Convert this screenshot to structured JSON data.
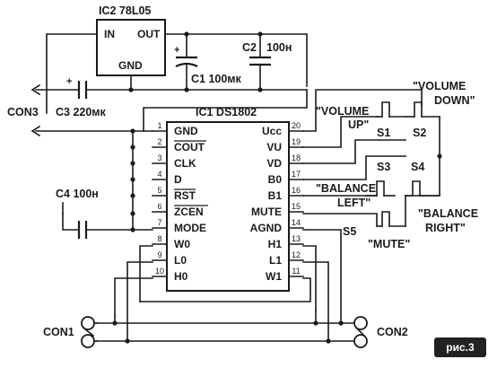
{
  "regulator": {
    "title": "IC2 78L05",
    "in_label": "IN",
    "out_label": "OUT",
    "gnd_label": "GND"
  },
  "main_ic": {
    "title": "IC1 DS1802",
    "left_pins": [
      {
        "num": "1",
        "name": "GND"
      },
      {
        "num": "2",
        "name": "COUT"
      },
      {
        "num": "3",
        "name": "CLK"
      },
      {
        "num": "4",
        "name": "D"
      },
      {
        "num": "5",
        "name": "RST"
      },
      {
        "num": "6",
        "name": "ZCEN"
      },
      {
        "num": "7",
        "name": "MODE"
      },
      {
        "num": "8",
        "name": "W0"
      },
      {
        "num": "9",
        "name": "L0"
      },
      {
        "num": "10",
        "name": "H0"
      }
    ],
    "right_pins": [
      {
        "num": "20",
        "name": "Ucc"
      },
      {
        "num": "19",
        "name": "VU"
      },
      {
        "num": "18",
        "name": "VD"
      },
      {
        "num": "17",
        "name": "B0"
      },
      {
        "num": "16",
        "name": "B1"
      },
      {
        "num": "15",
        "name": "MUTE"
      },
      {
        "num": "14",
        "name": "AGND"
      },
      {
        "num": "13",
        "name": "H1"
      },
      {
        "num": "12",
        "name": "L1"
      },
      {
        "num": "11",
        "name": "W1"
      }
    ]
  },
  "capacitors": {
    "c1": "C1 100мк",
    "c1_plus": "+",
    "c2": "C2",
    "c2_value": "100н",
    "c3": "C3 220мк",
    "c3_plus": "+",
    "c4": "C4 100н"
  },
  "connectors": {
    "con1": "CON1",
    "con2": "CON2",
    "con3": "CON3"
  },
  "switches": {
    "s1": "S1",
    "s2": "S2",
    "s3": "S3",
    "s4": "S4",
    "s5": "S5"
  },
  "labels": {
    "volume_up_1": "\"VOLUME",
    "volume_up_2": "UP\"",
    "volume_down_1": "\"VOLUME",
    "volume_down_2": "DOWN\"",
    "balance_left_1": "\"BALANCE",
    "balance_left_2": "LEFT\"",
    "balance_right_1": "\"BALANCE",
    "balance_right_2": "RIGHT\"",
    "mute": "\"MUTE\""
  },
  "figure_label": "рис.3"
}
